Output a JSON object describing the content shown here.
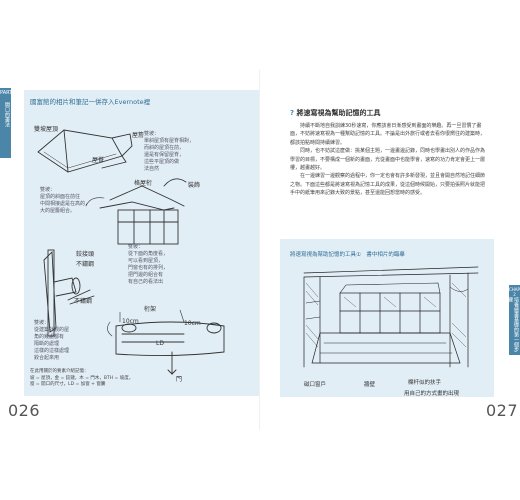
{
  "left_page": {
    "tab": {
      "part": "PART1",
      "title": "開口的畫法"
    },
    "caption": "國富館的相片和筆記一併存入Evernote裡",
    "sketch_labels": {
      "roof": "雙坡屋頂",
      "ridge": "屋脊",
      "eave": "屋簷",
      "beams": "格屋桁",
      "decor": "裝飾",
      "hinge": "鉸接頭",
      "lock": "不鏽鋼",
      "lock2": "不鏽鋼",
      "measure_a": "桁架",
      "measure_b": "10cm",
      "measure_c": "10cm",
      "blind": "LD",
      "arrow": "門"
    },
    "notes": [
      "雙坡：\n單斜屋頂有屋脊相對，\n而斜的屋頂在前，\n還是有保留屋脊，\n這些平屋頂的做\n法自然",
      "雙坡：\n屋頂的斜面在前往\n中間相接處是在高的，\n大的屋簷組合。",
      "雙坡：\n從下面的角度看，\n可以看到屋頂，\n門窗也有的排列，\n把門邊的組合有\n有自己的看法出",
      "雙坡：\n從建築外觀的屋\n角的幾處都有\n隔斷的處理\n這樣的這樣處理\n鉸合起來用"
    ],
    "bottom_note": "在此用關於的要素介紹記憶：\n坡 = 屋頂，金 = 鉸鏈，木 = 門木，BTH = 坡度，\n窗 = 開口的尺寸，LD = 加窗 + 窗簾",
    "page_number": "026"
  },
  "right_page": {
    "heading_marker": "?",
    "heading": "將速寫視為幫助記憶的工具",
    "paragraphs": [
      "持續不斷地自我訓練30秒速寫，你應該會日漸感受到畫面的樂趣。再一旦習慣了畫面，不妨將速寫視為一種幫助記憶的工具。不論是出外旅行或者去看你很嚮往的建築時，都該拍點時間持續練習。",
      "同時，也不妨試這麼做：挑某個主題，一邊畫邊記錄，同時也學畫出別人的作品作為學習的目標，不要構成一個新的畫面，光從畫面中也能學會，速寫的功力肯定會更上一層樓，越畫越好。",
      "在一邊練習一邊觀察的過程中，你一定也會有許多新發現，並且會開自然地記住細節之物。下面這些都是將速寫視為記憶工具的成果，從這個時候開始，只要拍張照片就能把手中的紙筆用來記錄大致的景點，甚至還能回想當時的感受。"
    ],
    "panel_caption": "將速寫視為幫助記憶的工具①　書中相片的臨摹",
    "tab": {
      "chapter": "CHAPTER 2",
      "title": "培養繪畫基礎的第一個步驟"
    },
    "sketch_labels": {
      "window": "磁口窗戶",
      "wall": "牆壁",
      "stairs": "欄杆似的扶手",
      "note": "用自己的方式畫的出現"
    },
    "page_number": "027"
  }
}
